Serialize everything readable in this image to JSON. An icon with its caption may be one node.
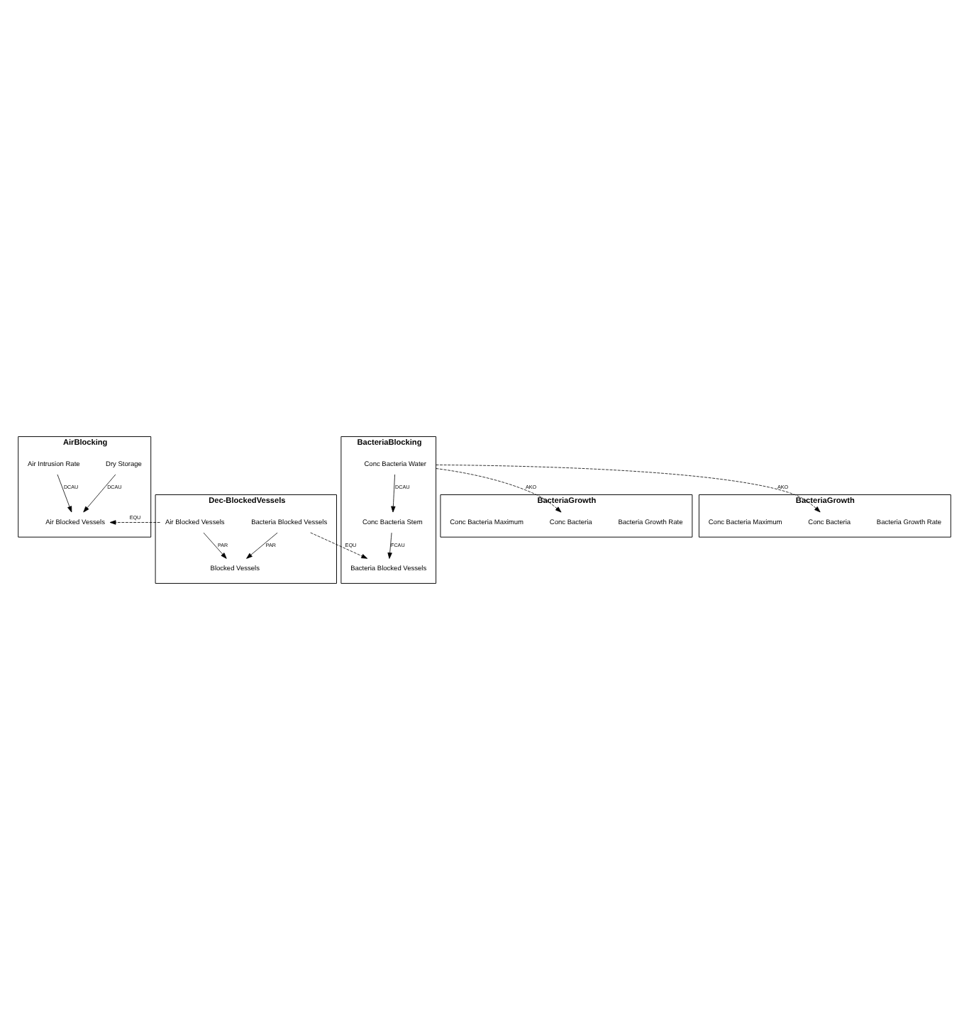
{
  "diagram": {
    "nodes": [
      {
        "text": [
          "AirBlocking"
        ]
      },
      {
        "text": [
          "Dry Storage"
        ],
        "in": 0
      },
      {
        "text": [
          "Air Intrusion Rate"
        ],
        "in": 0
      },
      {
        "text": [
          "Air Blocked Vessels"
        ],
        "in": 0
      },
      {
        "text": [
          "Dec-BlockedVessels"
        ]
      },
      {
        "text": [
          "Blocked Vessels"
        ],
        "in": 4
      },
      {
        "text": [
          "Air Blocked Vessels"
        ],
        "in": 4
      },
      {
        "text": [
          "Bacteria Blocked Vessels"
        ],
        "in": 4
      },
      {
        "text": [
          "BacteriaBlocking"
        ]
      },
      {
        "text": [
          "Conc Bacteria Water"
        ],
        "in": 8
      },
      {
        "text": [
          "Conc Bacteria Stem"
        ],
        "in": 8
      },
      {
        "text": [
          "Bacteria Blocked Vessels"
        ],
        "in": 8
      },
      {
        "text": [
          "BacteriaGrowth"
        ]
      },
      {
        "text": [
          "Bacteria Growth Rate"
        ],
        "in": 12
      },
      {
        "text": [
          "Conc Bacteria"
        ],
        "in": 12
      },
      {
        "text": [
          "Conc Bacteria Maximum"
        ],
        "in": 12
      },
      {
        "text": [
          "BacteriaGrowth"
        ]
      },
      {
        "text": [
          "Bacteria Growth Rate"
        ],
        "in": 16
      },
      {
        "text": [
          "Conc Bacteria"
        ],
        "in": 16
      },
      {
        "text": [
          "Conc Bacteria Maximum"
        ],
        "in": 16
      }
    ],
    "edges": [
      {
        "from": 1,
        "to": 3,
        "arrow": "to",
        "label": "DCAU"
      },
      {
        "from": 2,
        "to": 3,
        "arrow": "to",
        "label": "DCAU"
      },
      {
        "from": 6,
        "to": 3,
        "arrow": "to",
        "label": "EQU",
        "style": "dashed"
      },
      {
        "from": 6,
        "to": 5,
        "arrow": "to",
        "label": "PAR"
      },
      {
        "from": 7,
        "to": 5,
        "arrow": "to",
        "label": "PAR"
      },
      {
        "from": 7,
        "to": 11,
        "arrow": "to",
        "label": "EQU",
        "style": "dashed"
      },
      {
        "from": 9,
        "to": 10,
        "arrow": "to",
        "label": "DCAU"
      },
      {
        "from": 10,
        "to": 11,
        "arrow": "to",
        "label": "FCAU"
      },
      {
        "from": 8,
        "to": 14,
        "arrow": "to",
        "label": "AKO",
        "style": "dashed"
      },
      {
        "from": 8,
        "to": 18,
        "arrow": "to",
        "label": "AKO",
        "style": "dashed"
      }
    ]
  }
}
